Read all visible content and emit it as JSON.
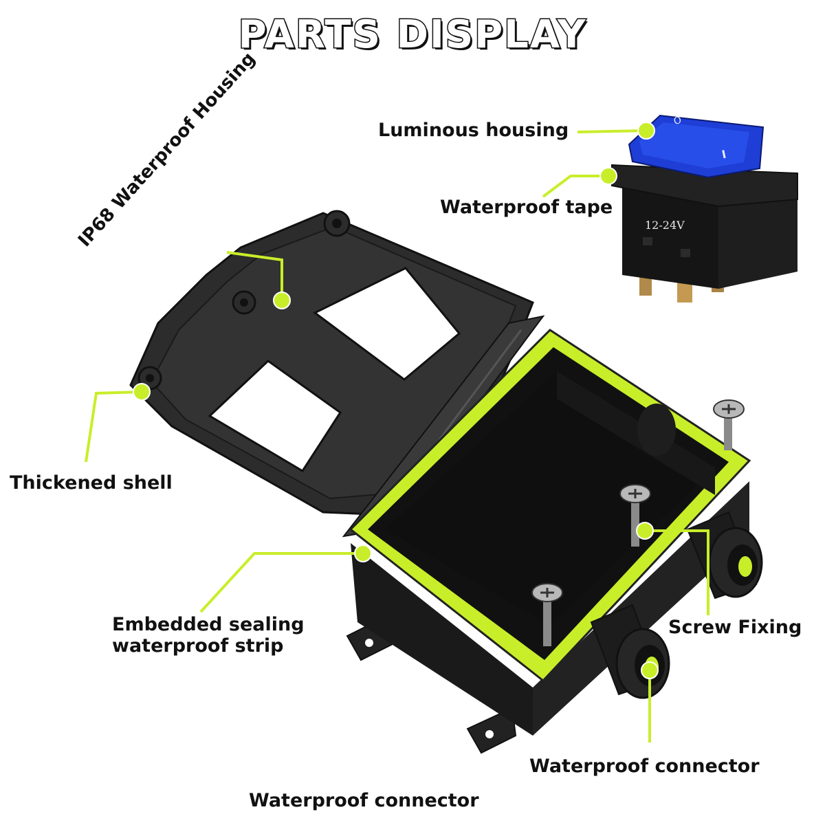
{
  "title": "PARTS DISPLAY",
  "labels": {
    "ip68": "IP68 Waterproof Housing",
    "luminous": "Luminous housing",
    "waterproof_tape": "Waterproof tape",
    "thickened_shell": "Thickened shell",
    "strip_line1": "Embedded sealing",
    "strip_line2": "waterproof strip",
    "screw_fixing": "Screw Fixing",
    "connector_right": "Waterproof connector",
    "connector_bottom": "Waterproof connector"
  },
  "switch": {
    "rating": "12-24V",
    "off_mark": "O",
    "on_mark": "I"
  },
  "colors": {
    "accent": "#c8ee2a",
    "housing": "#1c1c1c",
    "lid": "#2a2a2a",
    "switch_cap": "#1e3ed6",
    "label_text": "#111111"
  }
}
